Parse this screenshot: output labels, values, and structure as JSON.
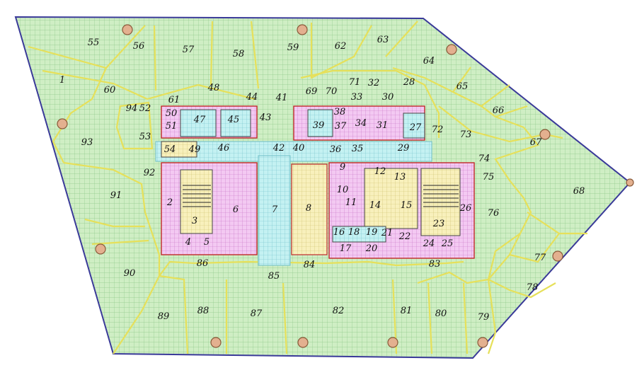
{
  "colors": {
    "floor_fill": "#cfeec4",
    "grid_line": "#8fc98a",
    "outline": "#3a3a99",
    "boundary": "#e6e05a",
    "core_pink": "#f1c0f0",
    "core_cyan": "#bdeef0",
    "core_yellow": "#f8f0b8",
    "wall_red": "#c0282a",
    "column": "#e3b08f"
  },
  "zones": [
    {
      "id": "z1",
      "label": "1"
    },
    {
      "id": "z2",
      "label": "2"
    },
    {
      "id": "z3",
      "label": "3"
    },
    {
      "id": "z4",
      "label": "4"
    },
    {
      "id": "z5",
      "label": "5"
    },
    {
      "id": "z6",
      "label": "6"
    },
    {
      "id": "z7",
      "label": "7"
    },
    {
      "id": "z8",
      "label": "8"
    },
    {
      "id": "z9",
      "label": "9"
    },
    {
      "id": "z10",
      "label": "10"
    },
    {
      "id": "z11",
      "label": "11"
    },
    {
      "id": "z12",
      "label": "12"
    },
    {
      "id": "z13",
      "label": "13"
    },
    {
      "id": "z14",
      "label": "14"
    },
    {
      "id": "z15",
      "label": "15"
    },
    {
      "id": "z16",
      "label": "16"
    },
    {
      "id": "z17",
      "label": "17"
    },
    {
      "id": "z18",
      "label": "18"
    },
    {
      "id": "z19",
      "label": "19"
    },
    {
      "id": "z20",
      "label": "20"
    },
    {
      "id": "z21",
      "label": "21"
    },
    {
      "id": "z22",
      "label": "22"
    },
    {
      "id": "z23",
      "label": "23"
    },
    {
      "id": "z24",
      "label": "24"
    },
    {
      "id": "z25",
      "label": "25"
    },
    {
      "id": "z26",
      "label": "26"
    },
    {
      "id": "z27",
      "label": "27"
    },
    {
      "id": "z28",
      "label": "28"
    },
    {
      "id": "z29",
      "label": "29"
    },
    {
      "id": "z30",
      "label": "30"
    },
    {
      "id": "z31",
      "label": "31"
    },
    {
      "id": "z32",
      "label": "32"
    },
    {
      "id": "z33",
      "label": "33"
    },
    {
      "id": "z34",
      "label": "34"
    },
    {
      "id": "z35",
      "label": "35"
    },
    {
      "id": "z36",
      "label": "36"
    },
    {
      "id": "z37",
      "label": "37"
    },
    {
      "id": "z38",
      "label": "38"
    },
    {
      "id": "z39",
      "label": "39"
    },
    {
      "id": "z40",
      "label": "40"
    },
    {
      "id": "z41",
      "label": "41"
    },
    {
      "id": "z42",
      "label": "42"
    },
    {
      "id": "z43",
      "label": "43"
    },
    {
      "id": "z44",
      "label": "44"
    },
    {
      "id": "z45",
      "label": "45"
    },
    {
      "id": "z46",
      "label": "46"
    },
    {
      "id": "z47",
      "label": "47"
    },
    {
      "id": "z48",
      "label": "48"
    },
    {
      "id": "z49",
      "label": "49"
    },
    {
      "id": "z50",
      "label": "50"
    },
    {
      "id": "z51",
      "label": "51"
    },
    {
      "id": "z52",
      "label": "52"
    },
    {
      "id": "z53",
      "label": "53"
    },
    {
      "id": "z54",
      "label": "54"
    },
    {
      "id": "z55",
      "label": "55"
    },
    {
      "id": "z56",
      "label": "56"
    },
    {
      "id": "z57",
      "label": "57"
    },
    {
      "id": "z58",
      "label": "58"
    },
    {
      "id": "z59",
      "label": "59"
    },
    {
      "id": "z60",
      "label": "60"
    },
    {
      "id": "z61",
      "label": "61"
    },
    {
      "id": "z62",
      "label": "62"
    },
    {
      "id": "z63",
      "label": "63"
    },
    {
      "id": "z64",
      "label": "64"
    },
    {
      "id": "z65",
      "label": "65"
    },
    {
      "id": "z66",
      "label": "66"
    },
    {
      "id": "z67",
      "label": "67"
    },
    {
      "id": "z68",
      "label": "68"
    },
    {
      "id": "z69",
      "label": "69"
    },
    {
      "id": "z70",
      "label": "70"
    },
    {
      "id": "z71",
      "label": "71"
    },
    {
      "id": "z72",
      "label": "72"
    },
    {
      "id": "z73",
      "label": "73"
    },
    {
      "id": "z74",
      "label": "74"
    },
    {
      "id": "z75",
      "label": "75"
    },
    {
      "id": "z76",
      "label": "76"
    },
    {
      "id": "z77",
      "label": "77"
    },
    {
      "id": "z78",
      "label": "78"
    },
    {
      "id": "z79",
      "label": "79"
    },
    {
      "id": "z80",
      "label": "80"
    },
    {
      "id": "z81",
      "label": "81"
    },
    {
      "id": "z82",
      "label": "82"
    },
    {
      "id": "z83",
      "label": "83"
    },
    {
      "id": "z84",
      "label": "84"
    },
    {
      "id": "z85",
      "label": "85"
    },
    {
      "id": "z86",
      "label": "86"
    },
    {
      "id": "z87",
      "label": "87"
    },
    {
      "id": "z88",
      "label": "88"
    },
    {
      "id": "z89",
      "label": "89"
    },
    {
      "id": "z90",
      "label": "90"
    },
    {
      "id": "z91",
      "label": "91"
    },
    {
      "id": "z92",
      "label": "92"
    },
    {
      "id": "z93",
      "label": "93"
    },
    {
      "id": "z94",
      "label": "94"
    }
  ]
}
